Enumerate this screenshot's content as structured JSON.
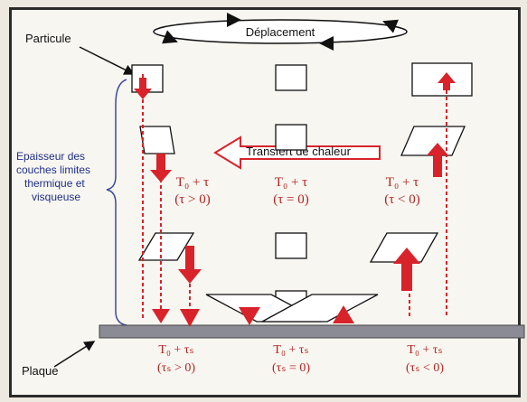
{
  "labels": {
    "displacement": "Déplacement",
    "particle": "Particule",
    "thickness_line1": "Epaisseur des",
    "thickness_line2": "couches limites",
    "thickness_line3": "thermique et",
    "thickness_line4": "visqueuse",
    "heat_transfer": "Transfert de chaleur",
    "plate": "Plaque"
  },
  "columns": [
    {
      "temp_label": "T₀ + τ",
      "tau_condition": "(τ > 0)",
      "surface_temp": "T₀ + τₛ",
      "surface_condition": "(τₛ > 0)"
    },
    {
      "temp_label": "T₀ + τ",
      "tau_condition": "(τ = 0)",
      "surface_temp": "T₀ + τₛ",
      "surface_condition": "(τₛ = 0)"
    },
    {
      "temp_label": "T₀ + τ",
      "tau_condition": "(τ < 0)",
      "surface_temp": "T₀ + τₛ",
      "surface_condition": "(τₛ < 0)"
    }
  ],
  "colors": {
    "arrow_red": "#d8232a",
    "plate_gray": "#8b8b95",
    "text_red": "#b8221f",
    "text_blue": "#1e2f8a"
  }
}
